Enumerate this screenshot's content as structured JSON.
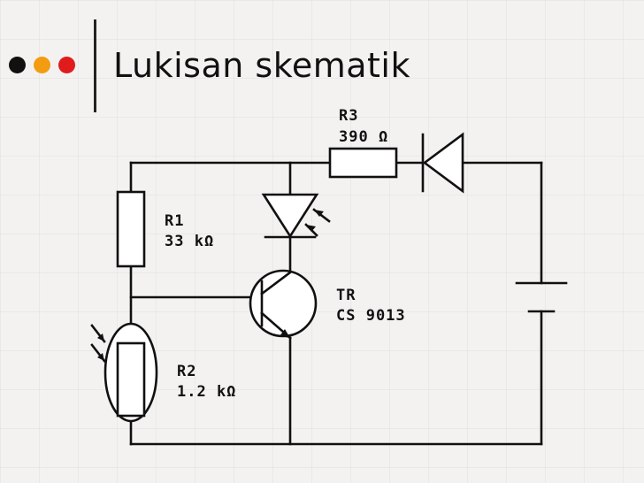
{
  "slide": {
    "title": "Lukisan skematik",
    "bullet_colors": [
      "#111111",
      "#f39c12",
      "#e01b1b"
    ]
  },
  "components": {
    "r3": {
      "name": "R3",
      "value": "390 Ω"
    },
    "r1": {
      "name": "R1",
      "value": "33 kΩ"
    },
    "tr": {
      "name": "TR",
      "value": "CS 9013"
    },
    "r2": {
      "name": "R2",
      "value": "1.2 kΩ"
    }
  }
}
